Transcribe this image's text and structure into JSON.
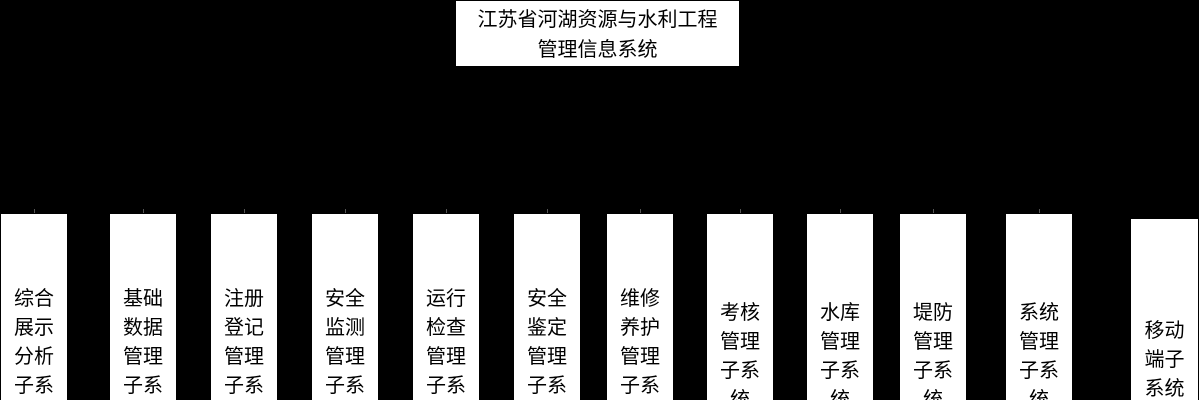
{
  "root": {
    "label": "江苏省河湖资源与水利工程\n管理信息系统"
  },
  "subsystems": [
    {
      "label": "综合\n展示\n分析\n子系"
    },
    {
      "label": "基础\n数据\n管理\n子系"
    },
    {
      "label": "注册\n登记\n管理\n子系"
    },
    {
      "label": "安全\n监测\n管理\n子系"
    },
    {
      "label": "运行\n检查\n管理\n子系"
    },
    {
      "label": "安全\n鉴定\n管理\n子系"
    },
    {
      "label": "维修\n养护\n管理\n子系"
    },
    {
      "label": "考核\n管理\n子系\n统"
    },
    {
      "label": "水库\n管理\n子系\n统"
    },
    {
      "label": "堤防\n管理\n子系\n统"
    },
    {
      "label": "系统\n管理\n子系\n统"
    },
    {
      "label": "移动\n端子\n系统"
    }
  ],
  "colors": {
    "background": "#000000",
    "box_fill": "#ffffff",
    "text": "#000000"
  }
}
